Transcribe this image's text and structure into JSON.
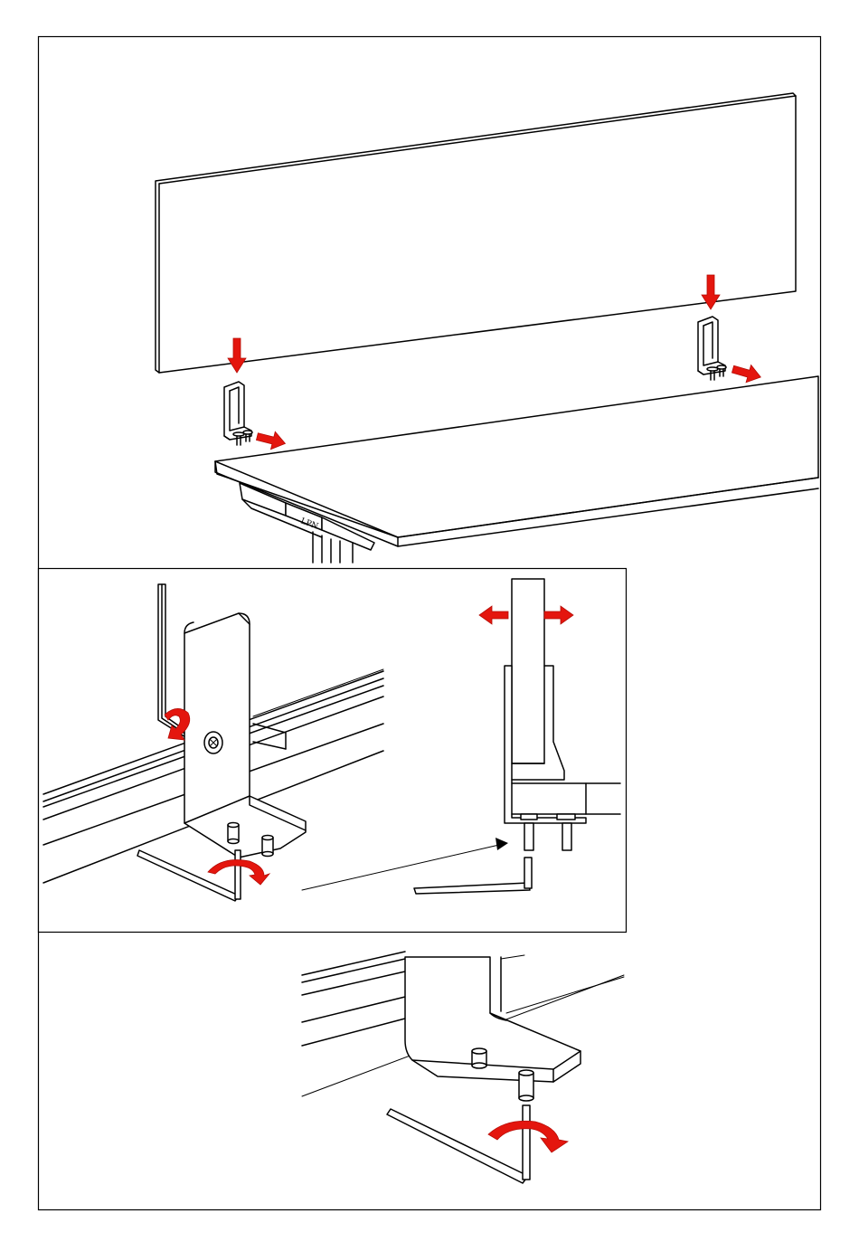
{
  "colors": {
    "line": "#000000",
    "background": "#ffffff",
    "arrow_red": "#e4160e"
  },
  "logo": {
    "text": "LPN"
  },
  "panels": [
    {
      "id": "step-1-attach-clamps-to-desk"
    },
    {
      "id": "step-2-adjust-clamp-with-hex-key"
    },
    {
      "id": "step-3-tighten-clamp-screw"
    }
  ]
}
